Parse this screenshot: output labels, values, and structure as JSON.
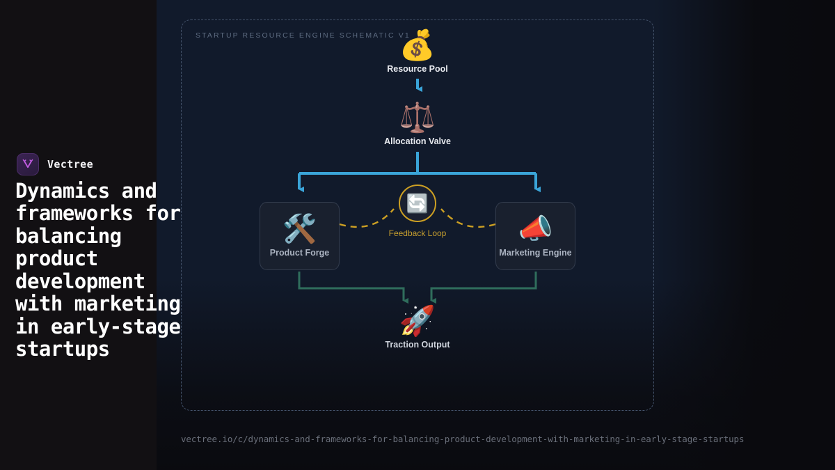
{
  "brand": {
    "name": "Vectree",
    "logo_icon": "vectree-branch-logo",
    "logo_color": "#c05ce0"
  },
  "headline": "Dynamics and frameworks for balancing product development with marketing in early-stage startups",
  "footer": {
    "url": "vectree.io/c/dynamics-and-frameworks-for-balancing-product-development-with-marketing-in-early-stage-startups"
  },
  "diagram": {
    "title": "STARTUP RESOURCE ENGINE SCHEMATIC v1",
    "frame_style": "dashed",
    "colors": {
      "flow_primary": "#3aa4d8",
      "flow_output": "#2f6d5c",
      "feedback": "#cda023",
      "card_bg": "#19202e",
      "card_border": "#333c4d",
      "canvas_bg": "#111a2b",
      "sidebar_bg": "#121013"
    },
    "nodes": [
      {
        "id": "resource-pool",
        "label": "Resource Pool",
        "icon": "money-bag-icon",
        "emoji": "💰"
      },
      {
        "id": "allocation-valve",
        "label": "Allocation Valve",
        "icon": "balance-scale-icon",
        "emoji": "⚖️"
      },
      {
        "id": "product-forge",
        "label": "Product Forge",
        "icon": "hammer-wrench-icon",
        "emoji": "🛠️"
      },
      {
        "id": "marketing-engine",
        "label": "Marketing Engine",
        "icon": "megaphone-icon",
        "emoji": "📣"
      },
      {
        "id": "feedback-loop",
        "label": "Feedback Loop",
        "icon": "refresh-arrows-icon",
        "emoji": "🔄"
      },
      {
        "id": "traction-output",
        "label": "Traction Output",
        "icon": "rocket-icon",
        "emoji": "🚀"
      }
    ],
    "edges": [
      {
        "from": "resource-pool",
        "to": "allocation-valve",
        "style": "solid-arrow",
        "color": "#3aa4d8"
      },
      {
        "from": "allocation-valve",
        "to": "product-forge",
        "style": "solid-arrow",
        "color": "#3aa4d8"
      },
      {
        "from": "allocation-valve",
        "to": "marketing-engine",
        "style": "solid-arrow",
        "color": "#3aa4d8"
      },
      {
        "from": "product-forge",
        "to": "feedback-loop",
        "style": "dashed-curve",
        "color": "#cda023"
      },
      {
        "from": "marketing-engine",
        "to": "feedback-loop",
        "style": "dashed-curve",
        "color": "#cda023"
      },
      {
        "from": "product-forge",
        "to": "traction-output",
        "style": "solid-arrow",
        "color": "#2f6d5c"
      },
      {
        "from": "marketing-engine",
        "to": "traction-output",
        "style": "solid-arrow",
        "color": "#2f6d5c"
      }
    ]
  }
}
